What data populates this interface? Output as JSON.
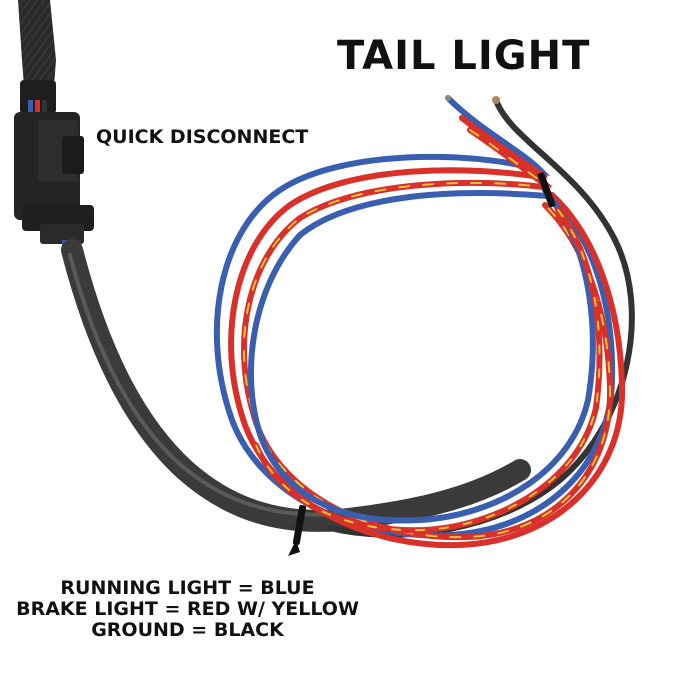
{
  "title": "TAIL LIGHT",
  "connector_label": "QUICK DISCONNECT",
  "legend": [
    "RUNNING LIGHT = BLUE",
    "BRAKE LIGHT = RED W/ YELLOW",
    "GROUND = BLACK"
  ],
  "colors": {
    "blue_wire": "#3a5fb0",
    "red_wire": "#d9302a",
    "yellow_tracer": "#e8c23a",
    "black_wire": "#333333",
    "sheath": "#3b3b3b",
    "connector": "#242424"
  }
}
